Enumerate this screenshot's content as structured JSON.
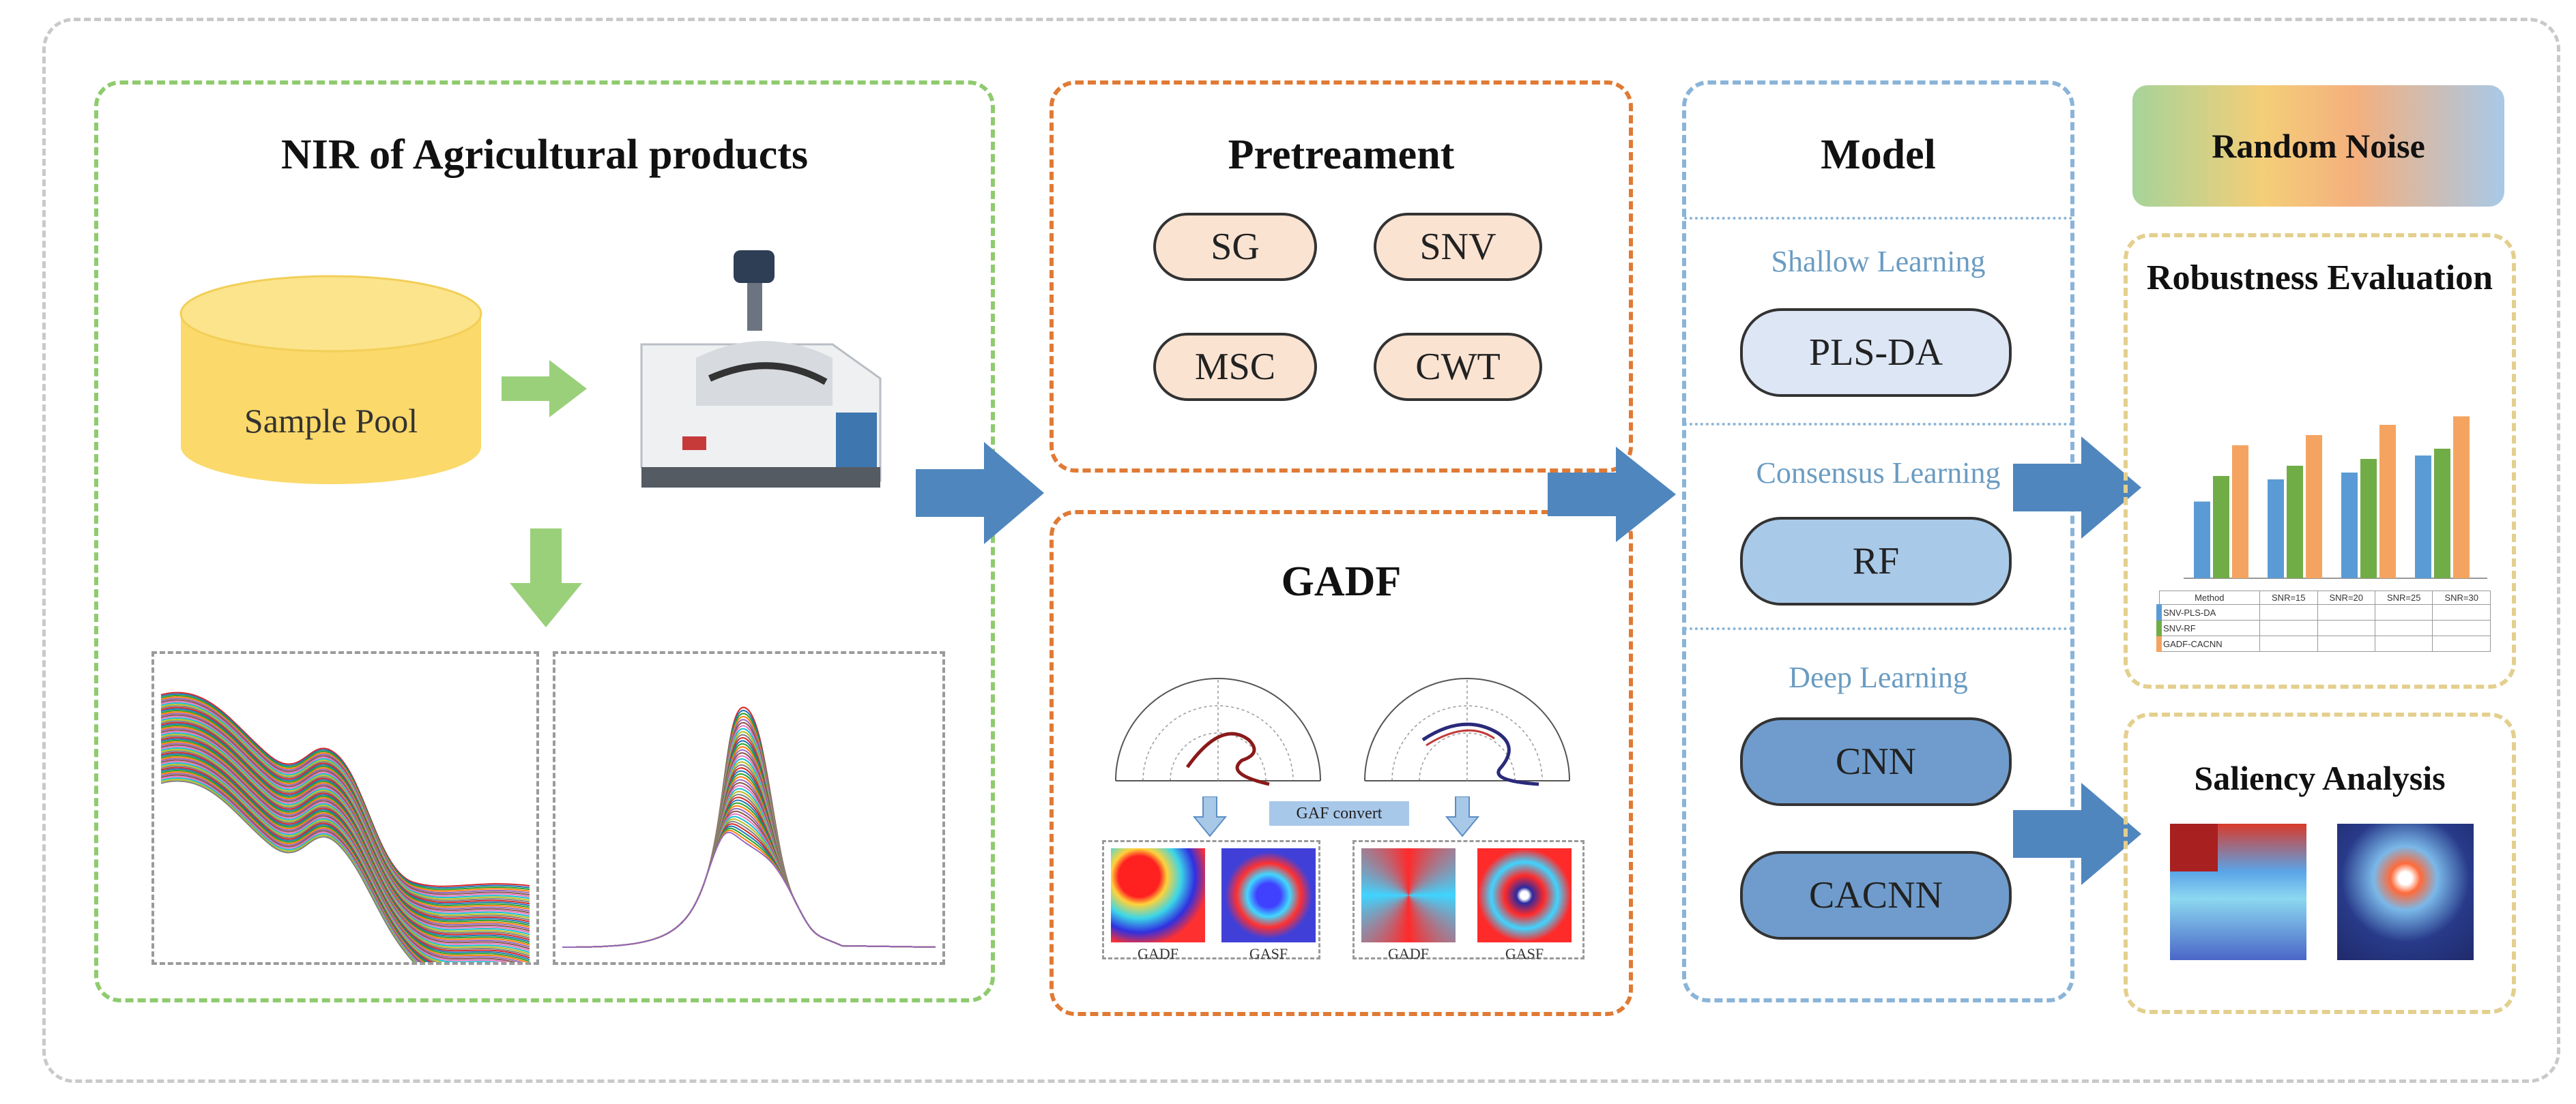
{
  "panel1": {
    "title": "NIR of Agricultural products",
    "cylinder_label": "Sample Pool"
  },
  "panel2": {
    "title": "Pretreament",
    "methods": [
      "SG",
      "SNV",
      "MSC",
      "CWT"
    ]
  },
  "panel3": {
    "title": "GADF",
    "convert_label": "GAF convert",
    "image_labels": [
      "GADF",
      "GASF",
      "GADF",
      "GASF"
    ]
  },
  "panel4": {
    "title": "Model",
    "sections": [
      {
        "label": "Shallow Learning",
        "models": [
          "PLS-DA"
        ]
      },
      {
        "label": "Consensus Learning",
        "models": [
          "RF"
        ]
      },
      {
        "label": "Deep Learning",
        "models": [
          "CNN",
          "CACNN"
        ]
      }
    ]
  },
  "panel5": {
    "noise_label": "Random Noise",
    "robustness_title": "Robustness Evaluation",
    "saliency_title": "Saliency Analysis",
    "table_header": [
      "Method",
      "SNR=15",
      "SNR=20",
      "SNR=25",
      "SNR=30"
    ],
    "table_rows": [
      "SNV-PLS-DA",
      "SNV-RF",
      "GADF-CACNN"
    ]
  },
  "colors": {
    "green": "#8fcb6e",
    "orange": "#e07a35",
    "blue": "#8ab4d8",
    "gold": "#e3cf8e",
    "arrow": "#4f86bd",
    "cylinder": "#fbd96a"
  }
}
